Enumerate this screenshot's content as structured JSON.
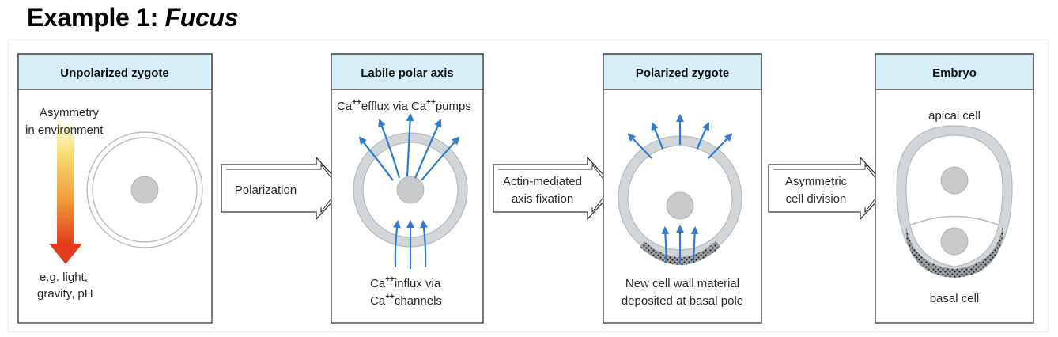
{
  "title": {
    "prefix": "Example 1: ",
    "organism": "Fucus"
  },
  "colors": {
    "header_fill": "#d7eef6",
    "cell": "#d3d6d8",
    "nucleus": "#c8cacc",
    "arrow": "#2e7bd0",
    "gradient_top": "#f3e06a",
    "gradient_bottom": "#e23a1a"
  },
  "panels": [
    {
      "header": "Unpolarized zygote",
      "top_label": [
        "Asymmetry",
        "in environment"
      ],
      "bottom_label": [
        "e.g. light,",
        "gravity, pH"
      ]
    },
    {
      "header": "Labile polar axis",
      "top_label": {
        "a": "Ca",
        "b": "++",
        "c": "efflux via Ca",
        "d": "++",
        "e": "pumps"
      },
      "bottom_label_1": {
        "a": "Ca",
        "b": "++",
        "c": "influx via"
      },
      "bottom_label_2": {
        "a": "Ca",
        "b": "++",
        "c": "channels"
      }
    },
    {
      "header": "Polarized zygote",
      "bottom_label": [
        "New cell wall material",
        "deposited at basal pole"
      ]
    },
    {
      "header": "Embryo",
      "top_label": "apical cell",
      "bottom_label": "basal cell"
    }
  ],
  "transitions": [
    {
      "lines": [
        "Polarization"
      ]
    },
    {
      "lines": [
        "Actin-mediated",
        "axis fixation"
      ]
    },
    {
      "lines": [
        "Asymmetric",
        "cell division"
      ]
    }
  ]
}
